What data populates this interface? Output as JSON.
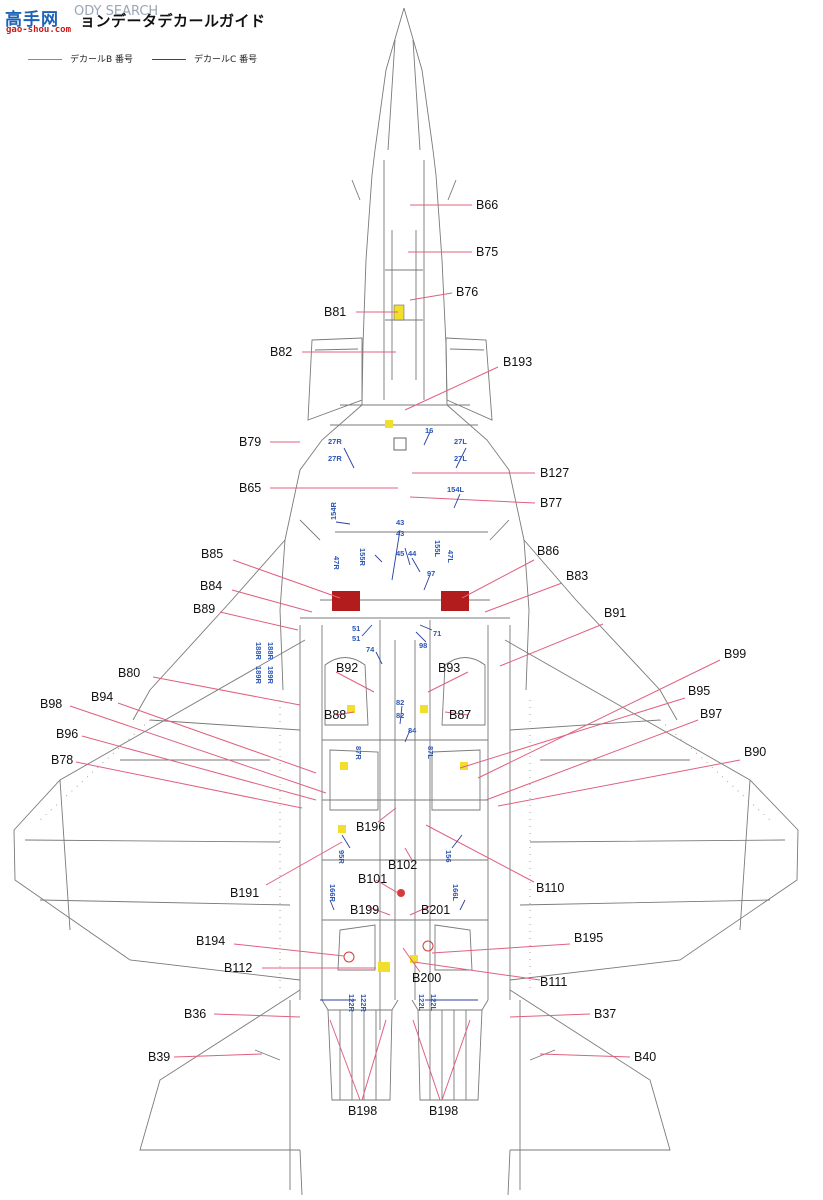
{
  "header": {
    "title": "ョンデータデカールガイド",
    "watermark": "高手网",
    "watermark_url": "gao-shou.com",
    "watermark_search": "ODY SEARCH"
  },
  "legend": [
    {
      "label": "デカールB 番号",
      "color": "#e0607f"
    },
    {
      "label": "デカールC 番号",
      "color": "#2b3fa0"
    }
  ],
  "colors": {
    "b_leader": "#e0607f",
    "c_leader": "#2b3fa0",
    "c_text": "#2b56b5",
    "outline": "#7a7a7a",
    "yellow_decal": "#f2df2c",
    "red_decal": "#b21c1c"
  },
  "callouts": [
    "B66",
    "B75",
    "B76",
    "B81",
    "B82",
    "B193",
    "B79",
    "B127",
    "B65",
    "B77",
    "B85",
    "B86",
    "B84",
    "B83",
    "B89",
    "B91",
    "B80",
    "B92",
    "B93",
    "B99",
    "B98",
    "B94",
    "B88",
    "B87",
    "B95",
    "B96",
    "B97",
    "B78",
    "B90",
    "B196",
    "B191",
    "B102",
    "B101",
    "B110",
    "B199",
    "B201",
    "B194",
    "B195",
    "B112",
    "B200",
    "B111",
    "B36",
    "B37",
    "B39",
    "B40",
    "B198",
    "B198"
  ],
  "stencils": [
    "27R",
    "27R",
    "16",
    "27L",
    "27L",
    "154L",
    "154R",
    "43",
    "43",
    "155R",
    "47R",
    "45",
    "44",
    "155L",
    "47L",
    "97",
    "51",
    "51",
    "71",
    "98",
    "74",
    "188R",
    "188R",
    "189R",
    "189R",
    "82",
    "82",
    "84",
    "87R",
    "87L",
    "95R",
    "156",
    "166R",
    "166L",
    "122R",
    "122R",
    "122L",
    "122L"
  ]
}
